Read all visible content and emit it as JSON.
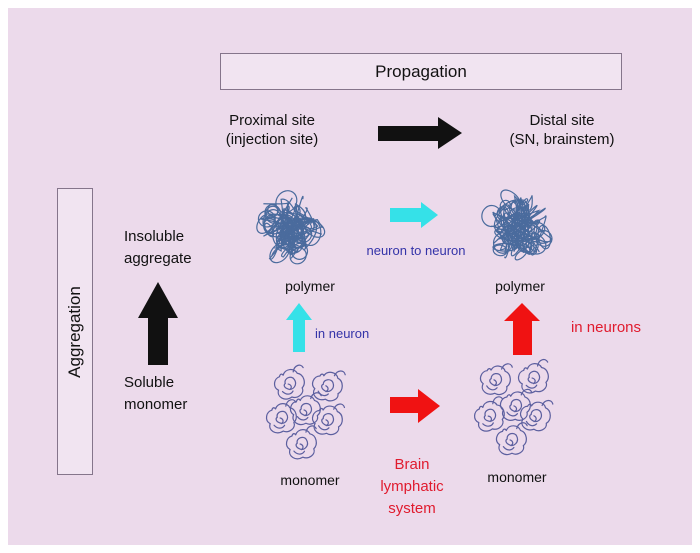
{
  "colors": {
    "bg": "#ECDAEB",
    "box": "#F1E4F1",
    "border": "#85758B",
    "black": "#111111",
    "cyan": "#35E1E8",
    "blue": "#3333A8",
    "red": "#F01212",
    "redtext": "#E01B2E",
    "tangle": "#4A6B9D",
    "monomer": "#5C5F9F"
  },
  "header": {
    "propagation_label": "Propagation"
  },
  "sites": {
    "proximal_line1": "Proximal site",
    "proximal_line2": "(injection site)",
    "distal_line1": "Distal site",
    "distal_line2": "(SN, brainstem)"
  },
  "aggregation_axis": {
    "label": "Aggregation",
    "insoluble_line1": "Insoluble",
    "insoluble_line2": "aggregate",
    "soluble_line1": "Soluble",
    "soluble_line2": "monomer"
  },
  "proximal_column": {
    "polymer_label": "polymer",
    "monomer_label": "monomer",
    "in_neuron_label": "in neuron"
  },
  "distal_column": {
    "polymer_label": "polymer",
    "monomer_label": "monomer",
    "in_neurons_label": "in neurons"
  },
  "transfer": {
    "neuron_to_neuron_label": "neuron to neuron",
    "brain_lymphatic_line1": "Brain",
    "brain_lymphatic_line2": "lymphatic",
    "brain_lymphatic_line3": "system"
  }
}
